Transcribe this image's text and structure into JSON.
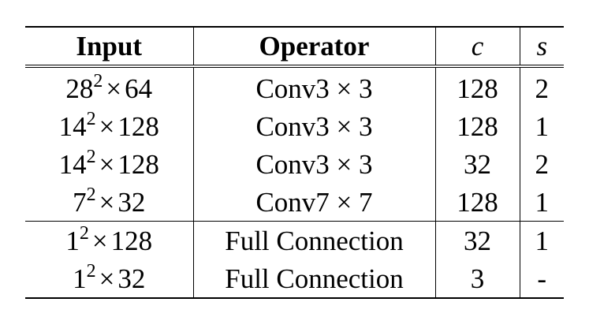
{
  "table": {
    "headers": {
      "input": "Input",
      "operator": "Operator",
      "c": "c",
      "s": "s"
    },
    "rows": [
      {
        "base": "28",
        "exp": "2",
        "dim": "64",
        "operator": "Conv3 × 3",
        "c": "128",
        "s": "2"
      },
      {
        "base": "14",
        "exp": "2",
        "dim": "128",
        "operator": "Conv3 × 3",
        "c": "128",
        "s": "1"
      },
      {
        "base": "14",
        "exp": "2",
        "dim": "128",
        "operator": "Conv3 × 3",
        "c": "32",
        "s": "2"
      },
      {
        "base": "7",
        "exp": "2",
        "dim": "32",
        "operator": "Conv7 × 7",
        "c": "128",
        "s": "1"
      },
      {
        "base": "1",
        "exp": "2",
        "dim": "128",
        "operator": "Full Connection",
        "c": "32",
        "s": "1"
      },
      {
        "base": "1",
        "exp": "2",
        "dim": "32",
        "operator": "Full Connection",
        "c": "3",
        "s": "-"
      }
    ],
    "times_symbol": "×"
  }
}
